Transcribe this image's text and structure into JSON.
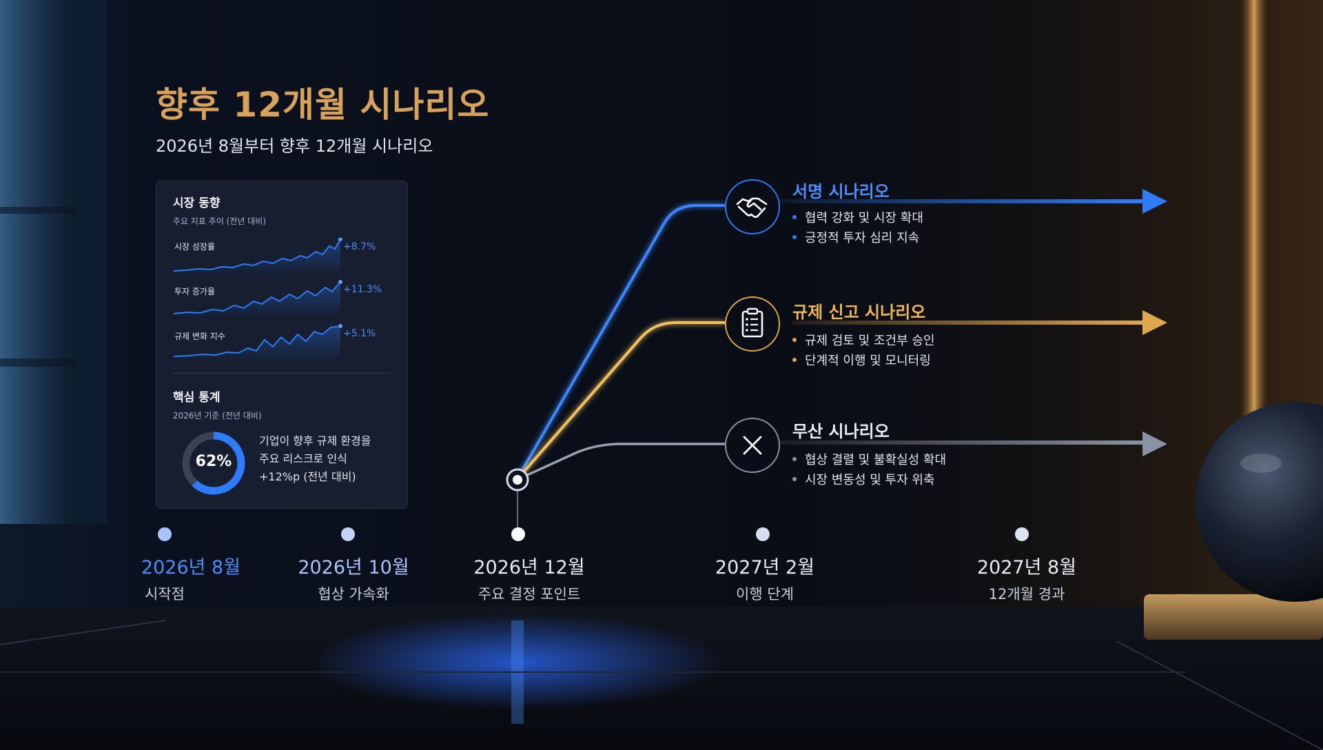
{
  "title": "향후 12개월 시나리오",
  "subtitle": "2026년 8월부터 향후 12개월 시나리오",
  "market_panel": {
    "heading": "시장 동향",
    "subheading": "주요 지표 추이 (전년 대비)",
    "trends": [
      {
        "label": "시장 성장률",
        "value": "+8.7%"
      },
      {
        "label": "투자 증가율",
        "value": "+11.3%"
      },
      {
        "label": "규제 변화 지수",
        "value": "+5.1%"
      }
    ],
    "stats_heading": "핵심 통계",
    "stats_subheading": "2026년 기준 (전년 대비)",
    "donut_value": "62%",
    "donut_fraction": 0.62,
    "stat_lines": [
      "기업이 향후 규제 환경을",
      "주요 리스크로 인식",
      "+12%p (전년 대비)"
    ]
  },
  "scenarios": [
    {
      "title": "서명 시나리오",
      "color": "#2f7bff",
      "icon": "handshake-icon",
      "bullets": [
        "협력 강화 및 시장 확대",
        "긍정적 투자 심리 지속"
      ]
    },
    {
      "title": "규제 신고 시나리오",
      "color": "#e0a84e",
      "icon": "clipboard-icon",
      "bullets": [
        "규제 검토 및 조건부 승인",
        "단계적 이행 및 모니터링"
      ]
    },
    {
      "title": "무산 시나리오",
      "color": "#8a93a6",
      "icon": "x-close-icon",
      "bullets": [
        "협상 결렬 및 불확실성 확대",
        "시장 변동성 및 투자 위축"
      ]
    }
  ],
  "timeline": [
    {
      "date": "2026년 8월",
      "label": "시작점"
    },
    {
      "date": "2026년 10월",
      "label": "협상 가속화"
    },
    {
      "date": "2026년 12월",
      "label": "주요 결정 포인트"
    },
    {
      "date": "2027년 2월",
      "label": "이행 단계"
    },
    {
      "date": "2027년 8월",
      "label": "12개월 경과"
    }
  ],
  "colors": {
    "accent_blue": "#2f7bff",
    "gold": "#d9a25a",
    "gray": "#8a93a6"
  }
}
